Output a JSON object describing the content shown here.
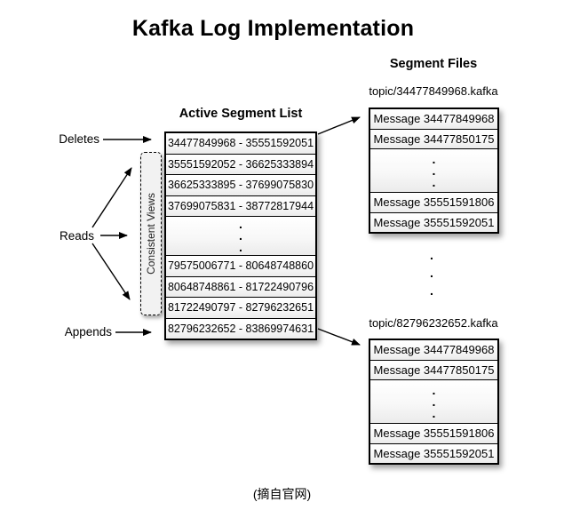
{
  "title": "Kafka Log Implementation",
  "footer_note": "(摘自官网)",
  "glyphs": {
    "dot": "."
  },
  "flow_labels": {
    "deletes": "Deletes",
    "reads": "Reads",
    "appends": "Appends",
    "consistent_views": "Consistent Views"
  },
  "active_segment_list": {
    "heading": "Active Segment List",
    "segments_top": [
      "34477849968 - 35551592051",
      "35551592052 - 36625333894",
      "36625333895 - 37699075830",
      "37699075831 - 38772817944"
    ],
    "segments_bottom": [
      "79575006771 - 80648748860",
      "80648748861 - 81722490796",
      "81722490797 - 82796232651",
      "82796232652 - 83869974631"
    ]
  },
  "segment_files": {
    "heading": "Segment Files",
    "files": [
      {
        "name": "topic/34477849968.kafka",
        "messages_top": [
          "Message 34477849968",
          "Message 34477850175"
        ],
        "messages_bottom": [
          "Message 35551591806",
          "Message 35551592051"
        ]
      },
      {
        "name": "topic/82796232652.kafka",
        "messages_top": [
          "Message 34477849968",
          "Message 34477850175"
        ],
        "messages_bottom": [
          "Message 35551591806",
          "Message 35551592051"
        ]
      }
    ]
  },
  "colors": {
    "background": "#ffffff",
    "line": "#000000",
    "cell_fill": "#f8f8f8",
    "consistent_views_fill": "#f2f2f2"
  }
}
